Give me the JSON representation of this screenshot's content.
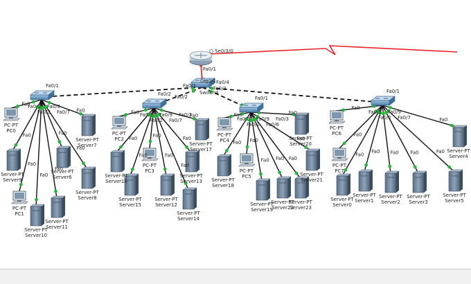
{
  "colors": {
    "wan_link": "#e8242b",
    "trunk": "#111111",
    "access": "#111111",
    "port_up": "#28b43c",
    "port_mid": "#d6323a"
  },
  "router": {
    "name": "",
    "port_labels": [
      "Se0/3/0",
      "Fa0/1",
      "Gig0/1"
    ]
  },
  "core": {
    "name": "Switch4",
    "port_labels": [
      "Fa0/1",
      "Fa0/2",
      "Fa0/3",
      "Fa0/4"
    ]
  },
  "switches": [
    {
      "id": "sw1",
      "name": "",
      "uplink_label": "Fa0/1"
    },
    {
      "id": "sw2",
      "name": "",
      "uplink_label": "Fa0/2"
    },
    {
      "id": "sw3",
      "name": "",
      "uplink_label": "Fa0/1"
    },
    {
      "id": "sw4",
      "name": "",
      "uplink_label": "Fa0/1"
    }
  ],
  "devices": [
    {
      "id": "PC0",
      "type": "PC-PT",
      "label": "PC0",
      "sw": "sw1",
      "port": "Fa0"
    },
    {
      "id": "Server9",
      "type": "Server-PT",
      "label": "Server9",
      "sw": "sw1",
      "port": "Fa0"
    },
    {
      "id": "PC1",
      "type": "PC-PT",
      "label": "PC1",
      "sw": "sw1",
      "port": "Fa0"
    },
    {
      "id": "Server10",
      "type": "Server-PT",
      "label": "Server10",
      "sw": "sw1",
      "port": "Fa0"
    },
    {
      "id": "Server11",
      "type": "Server-PT",
      "label": "Server11",
      "sw": "sw1",
      "port": "Fa0"
    },
    {
      "id": "Server6",
      "type": "Server-PT",
      "label": "Server6",
      "sw": "sw1",
      "port": "Fa0"
    },
    {
      "id": "Server7",
      "type": "Server-PT",
      "label": "Server7",
      "sw": "sw1",
      "port": "Fa0"
    },
    {
      "id": "Server8",
      "type": "Server-PT",
      "label": "Server8",
      "sw": "sw1",
      "port": "Fa0"
    },
    {
      "id": "PC2",
      "type": "PC-PT",
      "label": "PC2",
      "sw": "sw2",
      "port": "Fa0"
    },
    {
      "id": "Server16",
      "type": "Server-PT",
      "label": "Server16",
      "sw": "sw2",
      "port": "Fa0"
    },
    {
      "id": "Server15",
      "type": "Server-PT",
      "label": "Server15",
      "sw": "sw2",
      "port": "Fa0"
    },
    {
      "id": "PC3",
      "type": "PC-PT",
      "label": "PC3",
      "sw": "sw2",
      "port": "Fa0"
    },
    {
      "id": "Server12",
      "type": "Server-PT",
      "label": "Server12",
      "sw": "sw2",
      "port": "Fa0"
    },
    {
      "id": "Server13",
      "type": "Server-PT",
      "label": "Server13",
      "sw": "sw2",
      "port": "Fa0"
    },
    {
      "id": "Server14",
      "type": "Server-PT",
      "label": "Server14",
      "sw": "sw2",
      "port": "Fa0"
    },
    {
      "id": "Server17",
      "type": "Server-PT",
      "label": "Server17",
      "sw": "sw2",
      "port": "Fa0"
    },
    {
      "id": "PC4",
      "type": "PC-PT",
      "label": "PC4",
      "sw": "sw3",
      "port": "Fa0"
    },
    {
      "id": "Server18",
      "type": "Server-PT",
      "label": "Server18",
      "sw": "sw3",
      "port": "Fa0"
    },
    {
      "id": "PC5",
      "type": "PC-PT",
      "label": "PC5",
      "sw": "sw3",
      "port": "Fa0"
    },
    {
      "id": "Server19",
      "type": "Server-PT",
      "label": "Server19",
      "sw": "sw3",
      "port": "Fa0"
    },
    {
      "id": "Server22",
      "type": "Server-PT",
      "label": "Server22",
      "sw": "sw3",
      "port": "Fa0"
    },
    {
      "id": "Server23",
      "type": "Server-PT",
      "label": "Server23",
      "sw": "sw3",
      "port": "Fa0"
    },
    {
      "id": "Server21",
      "type": "Server-PT",
      "label": "Server21",
      "sw": "sw3",
      "port": "Fa0"
    },
    {
      "id": "Server20",
      "type": "Server-PT",
      "label": "Server20",
      "sw": "sw3",
      "port": "Fa0"
    },
    {
      "id": "PC6",
      "type": "PC-PT",
      "label": "PC6",
      "sw": "sw4",
      "port": "Fa0"
    },
    {
      "id": "PC7",
      "type": "PC-PT",
      "label": "PC7",
      "sw": "sw4",
      "port": "Fa0"
    },
    {
      "id": "Server0",
      "type": "Server-PT",
      "label": "Server0",
      "sw": "sw4",
      "port": "Fa0"
    },
    {
      "id": "Server1",
      "type": "Server-PT",
      "label": "Server1",
      "sw": "sw4",
      "port": "Fa0"
    },
    {
      "id": "Server2",
      "type": "Server-PT",
      "label": "Server2",
      "sw": "sw4",
      "port": "Fa0"
    },
    {
      "id": "Server3",
      "type": "Server-PT",
      "label": "Server3",
      "sw": "sw4",
      "port": "Fa0"
    },
    {
      "id": "Server5",
      "type": "Server-PT",
      "label": "Server5",
      "sw": "sw4",
      "port": "Fa0"
    },
    {
      "id": "Server4",
      "type": "Server-PT",
      "label": "Server4",
      "sw": "sw4",
      "port": "Fa0"
    }
  ],
  "switch_port_labels": {
    "sw1": [
      "Fa0/2",
      "Fa0/3",
      "Fa0/9",
      "Fa0/7"
    ],
    "sw2": [
      "Fa0/5",
      "Fa0/2",
      "Fa0/9",
      "Fa0/7",
      "Fa0/3"
    ],
    "sw3": [
      "Fa0/5",
      "Fa0/2",
      "Fa0/9",
      "Fa0/6",
      "Fa0/3"
    ],
    "sw4": [
      "Fa0/5",
      "Fa0/2",
      "Fa0/9",
      "Fa0/7"
    ]
  }
}
